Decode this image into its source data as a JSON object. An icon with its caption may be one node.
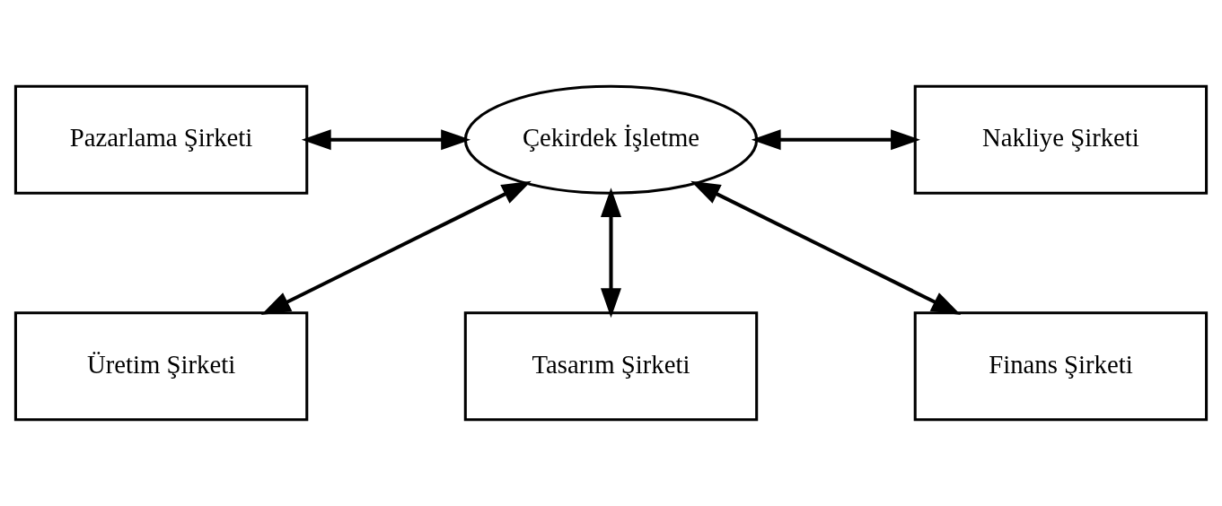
{
  "diagram": {
    "nodes": [
      {
        "text": [
          "Üretim Şirketi"
        ]
      },
      {
        "text": [
          "Tasarım Şirketi"
        ]
      },
      {
        "text": [
          "Pazarlama Şirketi"
        ]
      },
      {
        "text": [
          "Çekirdek İşletme"
        ]
      },
      {
        "text": [
          "Nakliye Şirketi"
        ]
      },
      {
        "text": [
          "Finans Şirketi"
        ]
      }
    ],
    "edges": [
      {
        "from": 3,
        "to": 0,
        "arrow": "both"
      },
      {
        "from": 3,
        "to": 1,
        "arrow": "both"
      },
      {
        "from": 2,
        "to": 3,
        "arrow": "both"
      },
      {
        "from": 3,
        "to": 4,
        "arrow": "both"
      },
      {
        "from": 3,
        "to": 5,
        "arrow": "both"
      }
    ]
  }
}
